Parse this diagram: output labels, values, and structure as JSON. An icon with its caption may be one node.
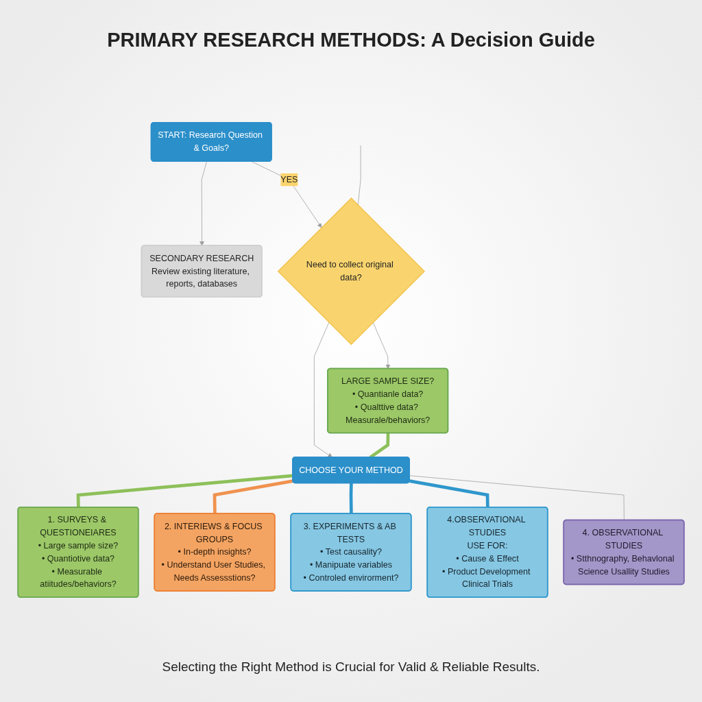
{
  "diagram": {
    "title": "PRIMARY RESEARCH METHODS: A Decision Guide",
    "caption": "Selecting the Right Method is Crucial for Valid & Reliable Results.",
    "nodes": [
      {
        "text": [
          "START: Research Question & Goals?"
        ]
      },
      {
        "text": [
          "SECONDARY RESEARCH",
          "Review existing literature, reports, databases"
        ]
      },
      {
        "text": [
          "Need to collect original data?"
        ]
      },
      {
        "text": [
          "LARGE SAMPLE SIZE?",
          "• Quantianle data?",
          "• Qualttive data? Measurale/behaviors?"
        ]
      },
      {
        "text": [
          "CHOOSE YOUR METHOD"
        ]
      },
      {
        "text": [
          "1. SURVEYS & QUESTIONEIARES",
          "• Large sample size?",
          "• Quantiotive data?",
          "• Measurable atiitudes/behaviors?"
        ]
      },
      {
        "text": [
          "2. INTERIEWS & FOCUS GROUPS",
          "• In-depth insights?",
          "• Understand User Studies, Needs Assessstions?"
        ]
      },
      {
        "text": [
          "3. EXPERIMENTS & AB TESTS",
          "• Test causality?",
          "• Manipuate variables",
          "• Controled envirorment?"
        ]
      },
      {
        "text": [
          "4.OBSERVATIONAL STUDIES",
          "USE FOR:",
          "• Cause & Effect",
          "• Product Development Clinical Trials"
        ]
      },
      {
        "text": [
          "4. OBSERVATIONAL STUDIES",
          "• Stthnography, Behavlonal Science Usallity Studies"
        ]
      }
    ],
    "edges": [
      {
        "from": 0,
        "to": 1,
        "arrow": "to"
      },
      {
        "from": 0,
        "to": 2,
        "arrow": "to",
        "label": "YES"
      },
      {
        "from": null,
        "to": 2,
        "arrow": "none"
      },
      {
        "from": 2,
        "to": 3,
        "arrow": "to"
      },
      {
        "from": 2,
        "to": 4,
        "arrow": "to"
      },
      {
        "from": 3,
        "to": 4,
        "arrow": "none",
        "style": "thick",
        "color": "#8dc05a"
      },
      {
        "from": 4,
        "to": 5,
        "arrow": "none",
        "style": "thick",
        "color": "#8dc05a"
      },
      {
        "from": 4,
        "to": 6,
        "arrow": "none",
        "style": "thick",
        "color": "#f0924f"
      },
      {
        "from": 4,
        "to": 7,
        "arrow": "none",
        "style": "thick",
        "color": "#2e97cc"
      },
      {
        "from": 4,
        "to": 8,
        "arrow": "none",
        "style": "thick",
        "color": "#2e97cc"
      },
      {
        "from": 4,
        "to": 9,
        "arrow": "none"
      }
    ]
  }
}
